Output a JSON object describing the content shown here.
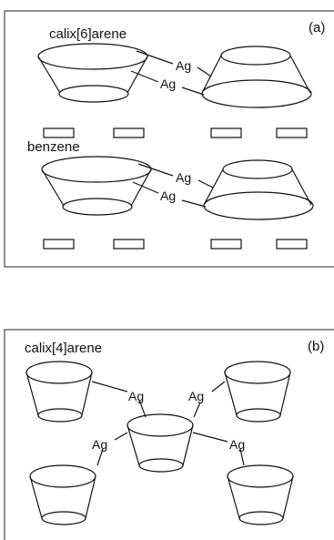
{
  "panel_a": {
    "letter": "(a)",
    "top_label": "calix[6]arene",
    "bottom_label": "benzene",
    "ag": [
      "Ag",
      "Ag",
      "Ag",
      "Ag"
    ]
  },
  "panel_b": {
    "letter": "(b)",
    "label": "calix[4]arene",
    "ag": [
      "Ag",
      "Ag",
      "Ag",
      "Ag"
    ]
  }
}
